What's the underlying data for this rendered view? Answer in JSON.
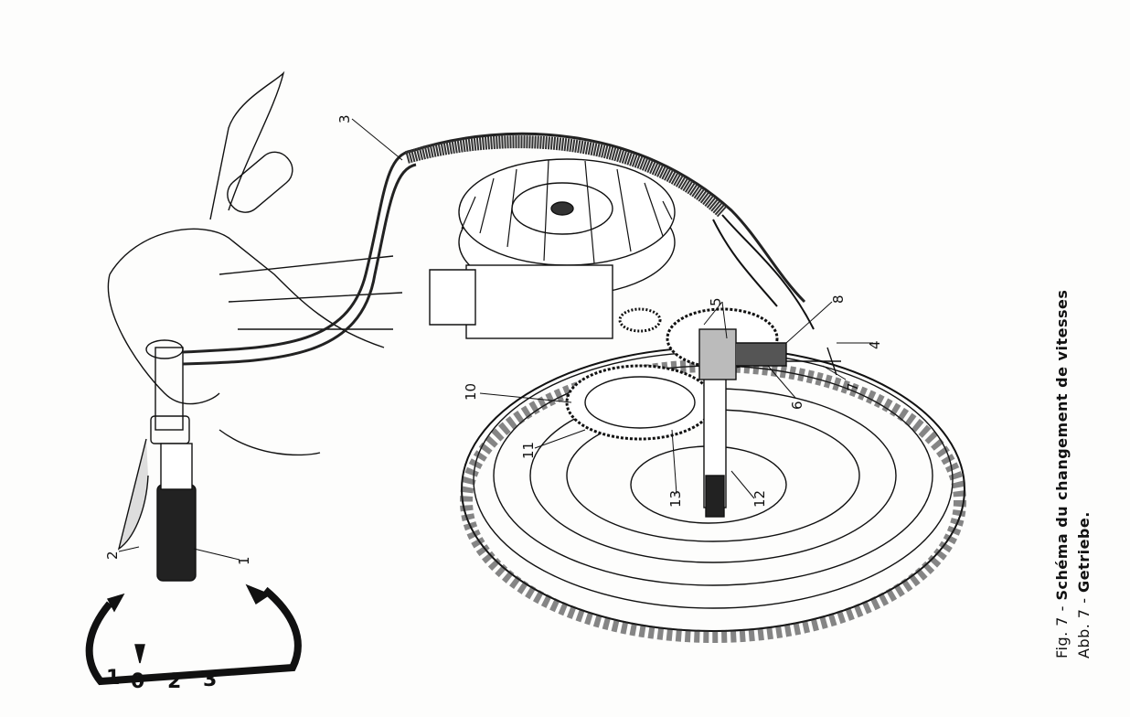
{
  "figure": {
    "caption_fr_prefix": "Fig.  7  -",
    "caption_fr_title": "Schéma  du  changement  de  vitesses",
    "caption_de_prefix": "Abb.  7  -",
    "caption_de_title": "Getriebe."
  },
  "labels": [
    "1",
    "2",
    "3",
    "4",
    "5",
    "6",
    "7",
    "8",
    "10",
    "11",
    "12",
    "13"
  ],
  "dial": {
    "marks": [
      "1",
      "0",
      "2",
      "3"
    ]
  }
}
